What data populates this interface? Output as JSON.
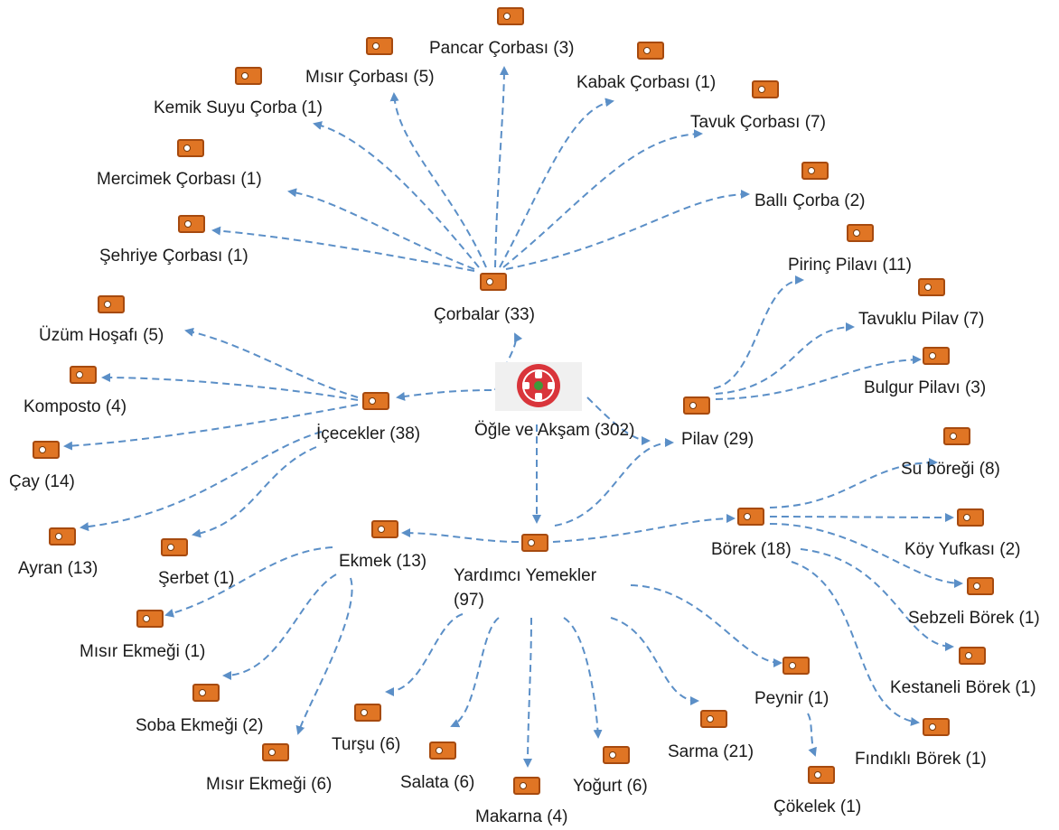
{
  "diagram": {
    "root": {
      "label": "Öğle ve Akşam (302)",
      "icon": "food-plate-icon"
    },
    "edge_color": "#5b8fc7",
    "node_color": "#e07524",
    "categories": [
      {
        "id": "corbalar",
        "label": "Çorbalar (33)",
        "children": [
          {
            "id": "pancar",
            "label": "Pancar Çorbası (3)"
          },
          {
            "id": "misir-corba",
            "label": "Mısır Çorbası (5)"
          },
          {
            "id": "kabak",
            "label": "Kabak Çorbası (1)"
          },
          {
            "id": "kemik",
            "label": "Kemik Suyu Çorba (1)"
          },
          {
            "id": "tavuk-corba",
            "label": "Tavuk Çorbası (7)"
          },
          {
            "id": "mercimek",
            "label": "Mercimek Çorbası (1)"
          },
          {
            "id": "balli",
            "label": "Ballı Çorba (2)"
          },
          {
            "id": "sehriye",
            "label": "Şehriye Çorbası (1)"
          }
        ]
      },
      {
        "id": "icecekler",
        "label": "İçecekler (38)",
        "children": [
          {
            "id": "uzum",
            "label": "Üzüm Hoşafı (5)"
          },
          {
            "id": "komposto",
            "label": "Komposto (4)"
          },
          {
            "id": "cay",
            "label": "Çay (14)"
          },
          {
            "id": "ayran",
            "label": "Ayran (13)"
          },
          {
            "id": "serbet",
            "label": "Şerbet (1)"
          }
        ]
      },
      {
        "id": "pilav",
        "label": "Pilav (29)",
        "children": [
          {
            "id": "pirinc",
            "label": "Pirinç Pilavı (11)"
          },
          {
            "id": "tavuklu",
            "label": "Tavuklu Pilav (7)"
          },
          {
            "id": "bulgur",
            "label": "Bulgur Pilavı (3)"
          }
        ]
      },
      {
        "id": "yardimci",
        "label": "Yardımcı Yemekler (97)",
        "children": [
          {
            "id": "ekmek",
            "label": "Ekmek (13)"
          },
          {
            "id": "borek",
            "label": "Börek (18)"
          },
          {
            "id": "tursu",
            "label": "Turşu (6)"
          },
          {
            "id": "salata",
            "label": "Salata (6)"
          },
          {
            "id": "makarna",
            "label": "Makarna (4)"
          },
          {
            "id": "yogurt",
            "label": "Yoğurt (6)"
          },
          {
            "id": "sarma",
            "label": "Sarma (21)"
          },
          {
            "id": "peynir",
            "label": "Peynir (1)"
          }
        ]
      },
      {
        "id": "ekmek-sub",
        "children": [
          {
            "id": "misir-ekmegi-1",
            "label": "Mısır Ekmeği (1)"
          },
          {
            "id": "soba",
            "label": "Soba Ekmeği (2)"
          },
          {
            "id": "misir-ekmegi-6",
            "label": "Mısır Ekmeği (6)"
          }
        ]
      },
      {
        "id": "borek-sub",
        "children": [
          {
            "id": "su-boregi",
            "label": "Su böreği (8)"
          },
          {
            "id": "koy",
            "label": "Köy Yufkası (2)"
          },
          {
            "id": "sebzeli",
            "label": "Sebzeli Börek (1)"
          },
          {
            "id": "kestaneli",
            "label": "Kestaneli Börek (1)"
          },
          {
            "id": "findikli",
            "label": "Fındıklı Börek (1)"
          }
        ]
      },
      {
        "id": "peynir-sub",
        "children": [
          {
            "id": "cokelek",
            "label": "Çökelek (1)"
          }
        ]
      }
    ]
  }
}
